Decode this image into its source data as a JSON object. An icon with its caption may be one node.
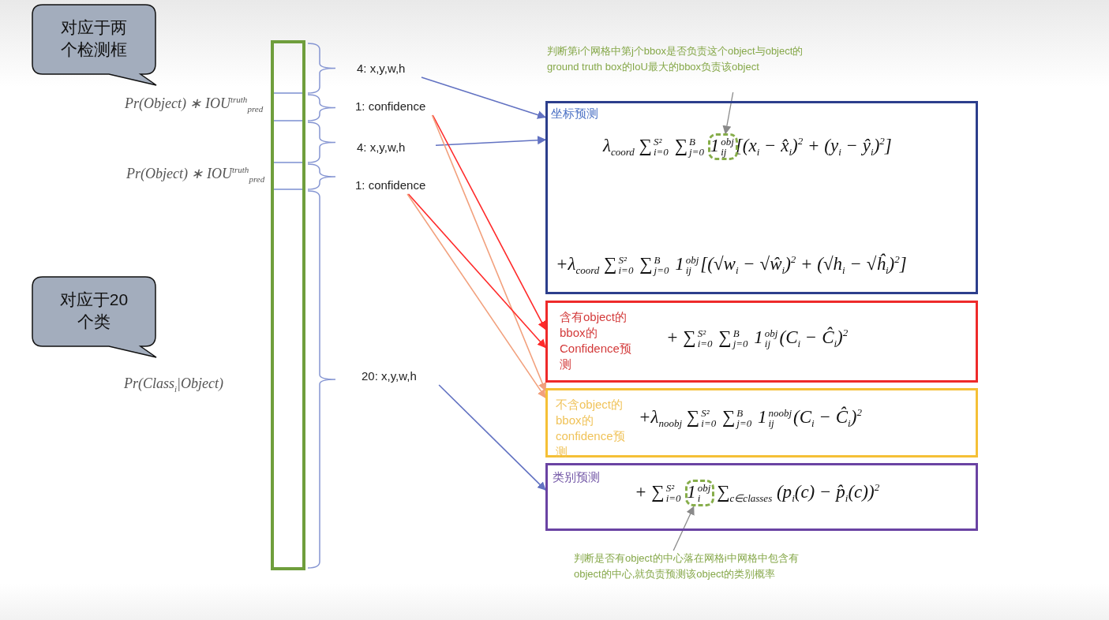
{
  "diagram": {
    "nodes": [
      {
        "text": [
          "对应于两个检测框"
        ]
      },
      {
        "text": [
          "对应于20个类"
        ]
      },
      {
        "text": [
          "4: x,y,w,h"
        ]
      },
      {
        "text": [
          "1: confidence"
        ]
      },
      {
        "text": [
          "4: x,y,w,h"
        ]
      },
      {
        "text": [
          "1: confidence"
        ]
      },
      {
        "text": [
          "20: x,y,w,h"
        ]
      },
      {
        "text": [
          "坐标预测",
          "λ$_{coord}$ ∑$_{i=0}$$^{S²}$ ∑$_{j=0}$$^{B}$ 1$_{ij}$$^{obj}$[(x$_{i}$ − x̂$_{i}$)$^{2}$ + (y$_{i}$ − ŷ$_{i}$)$^{2}$]",
          "+λ$_{coord}$ ∑$_{i=0}$$^{S²}$ ∑$_{j=0}$$^{B}$ 1$_{ij}$$^{obj}$[(√w$_{i}$ − √ŵ$_{i}$)$^{2}$ + (√h$_{i}$ − √ĥ$_{i}$)$^{2}$]"
        ]
      },
      {
        "text": [
          "含有object的bbox的Confidence预测",
          "+ ∑$_{i=0}$$^{S²}$ ∑$_{j=0}$$^{B}$ 1$_{ij}$$^{obj}$(C$_{i}$ − Ĉ$_{i}$)$^{2}$"
        ]
      },
      {
        "text": [
          "不含object的bbox的confidence预测",
          "+λ$_{noobj}$ ∑$_{i=0}$$^{S²}$ ∑$_{j=0}$$^{B}$ 1$_{ij}$$^{noobj}$(C$_{i}$ − Ĉ$_{i}$)$^{2}$"
        ]
      },
      {
        "text": [
          "类别预测",
          "+ ∑$_{i=0}$$^{S²}$ 1$_{i}$$^{obj}$ ∑$_{c∈classes}$ (p$_{i}$(c) − p̂$_{i}$(c))$^{2}$"
        ]
      },
      {
        "text": [
          "判断第i个网格中第j个bbox是否负责这个object与object的ground truth box的IoU最大的bbox负责该object"
        ]
      },
      {
        "text": [],
        "shape": "box",
        "in": 7
      },
      {
        "text": [],
        "shape": "box",
        "in": 10
      },
      {
        "text": [
          "判断是否有object的中心落在网格i中网格中包含有object的中心,就负责预测该object的类别概率"
        ]
      }
    ],
    "edges": [
      {
        "from": 2,
        "to": 7,
        "arrow": "to"
      },
      {
        "from": 4,
        "to": 7,
        "arrow": "to"
      },
      {
        "from": 3,
        "to": 8,
        "arrow": "to",
        "color": "#ff2a2a"
      },
      {
        "from": 3,
        "to": 9,
        "arrow": "to",
        "color": "#f2a07c"
      },
      {
        "from": 5,
        "to": 8,
        "arrow": "to",
        "color": "#ff2a2a"
      },
      {
        "from": 5,
        "to": 9,
        "arrow": "to",
        "color": "#f2a07c"
      },
      {
        "from": 6,
        "to": 10,
        "arrow": "to"
      },
      {
        "from": 11,
        "to": 12,
        "arrow": "to",
        "color": "#8a8a8a"
      },
      {
        "from": 14,
        "to": 13,
        "arrow": "to",
        "color": "#8a8a8a"
      }
    ],
    "labels": [
      "Pr(Object) ∗ IOU$^{truth}$$_{pred}$",
      "Pr(Object) ∗ IOU$^{truth}$$_{pred}$",
      "Pr(Class$_{i}$|Object)"
    ]
  }
}
